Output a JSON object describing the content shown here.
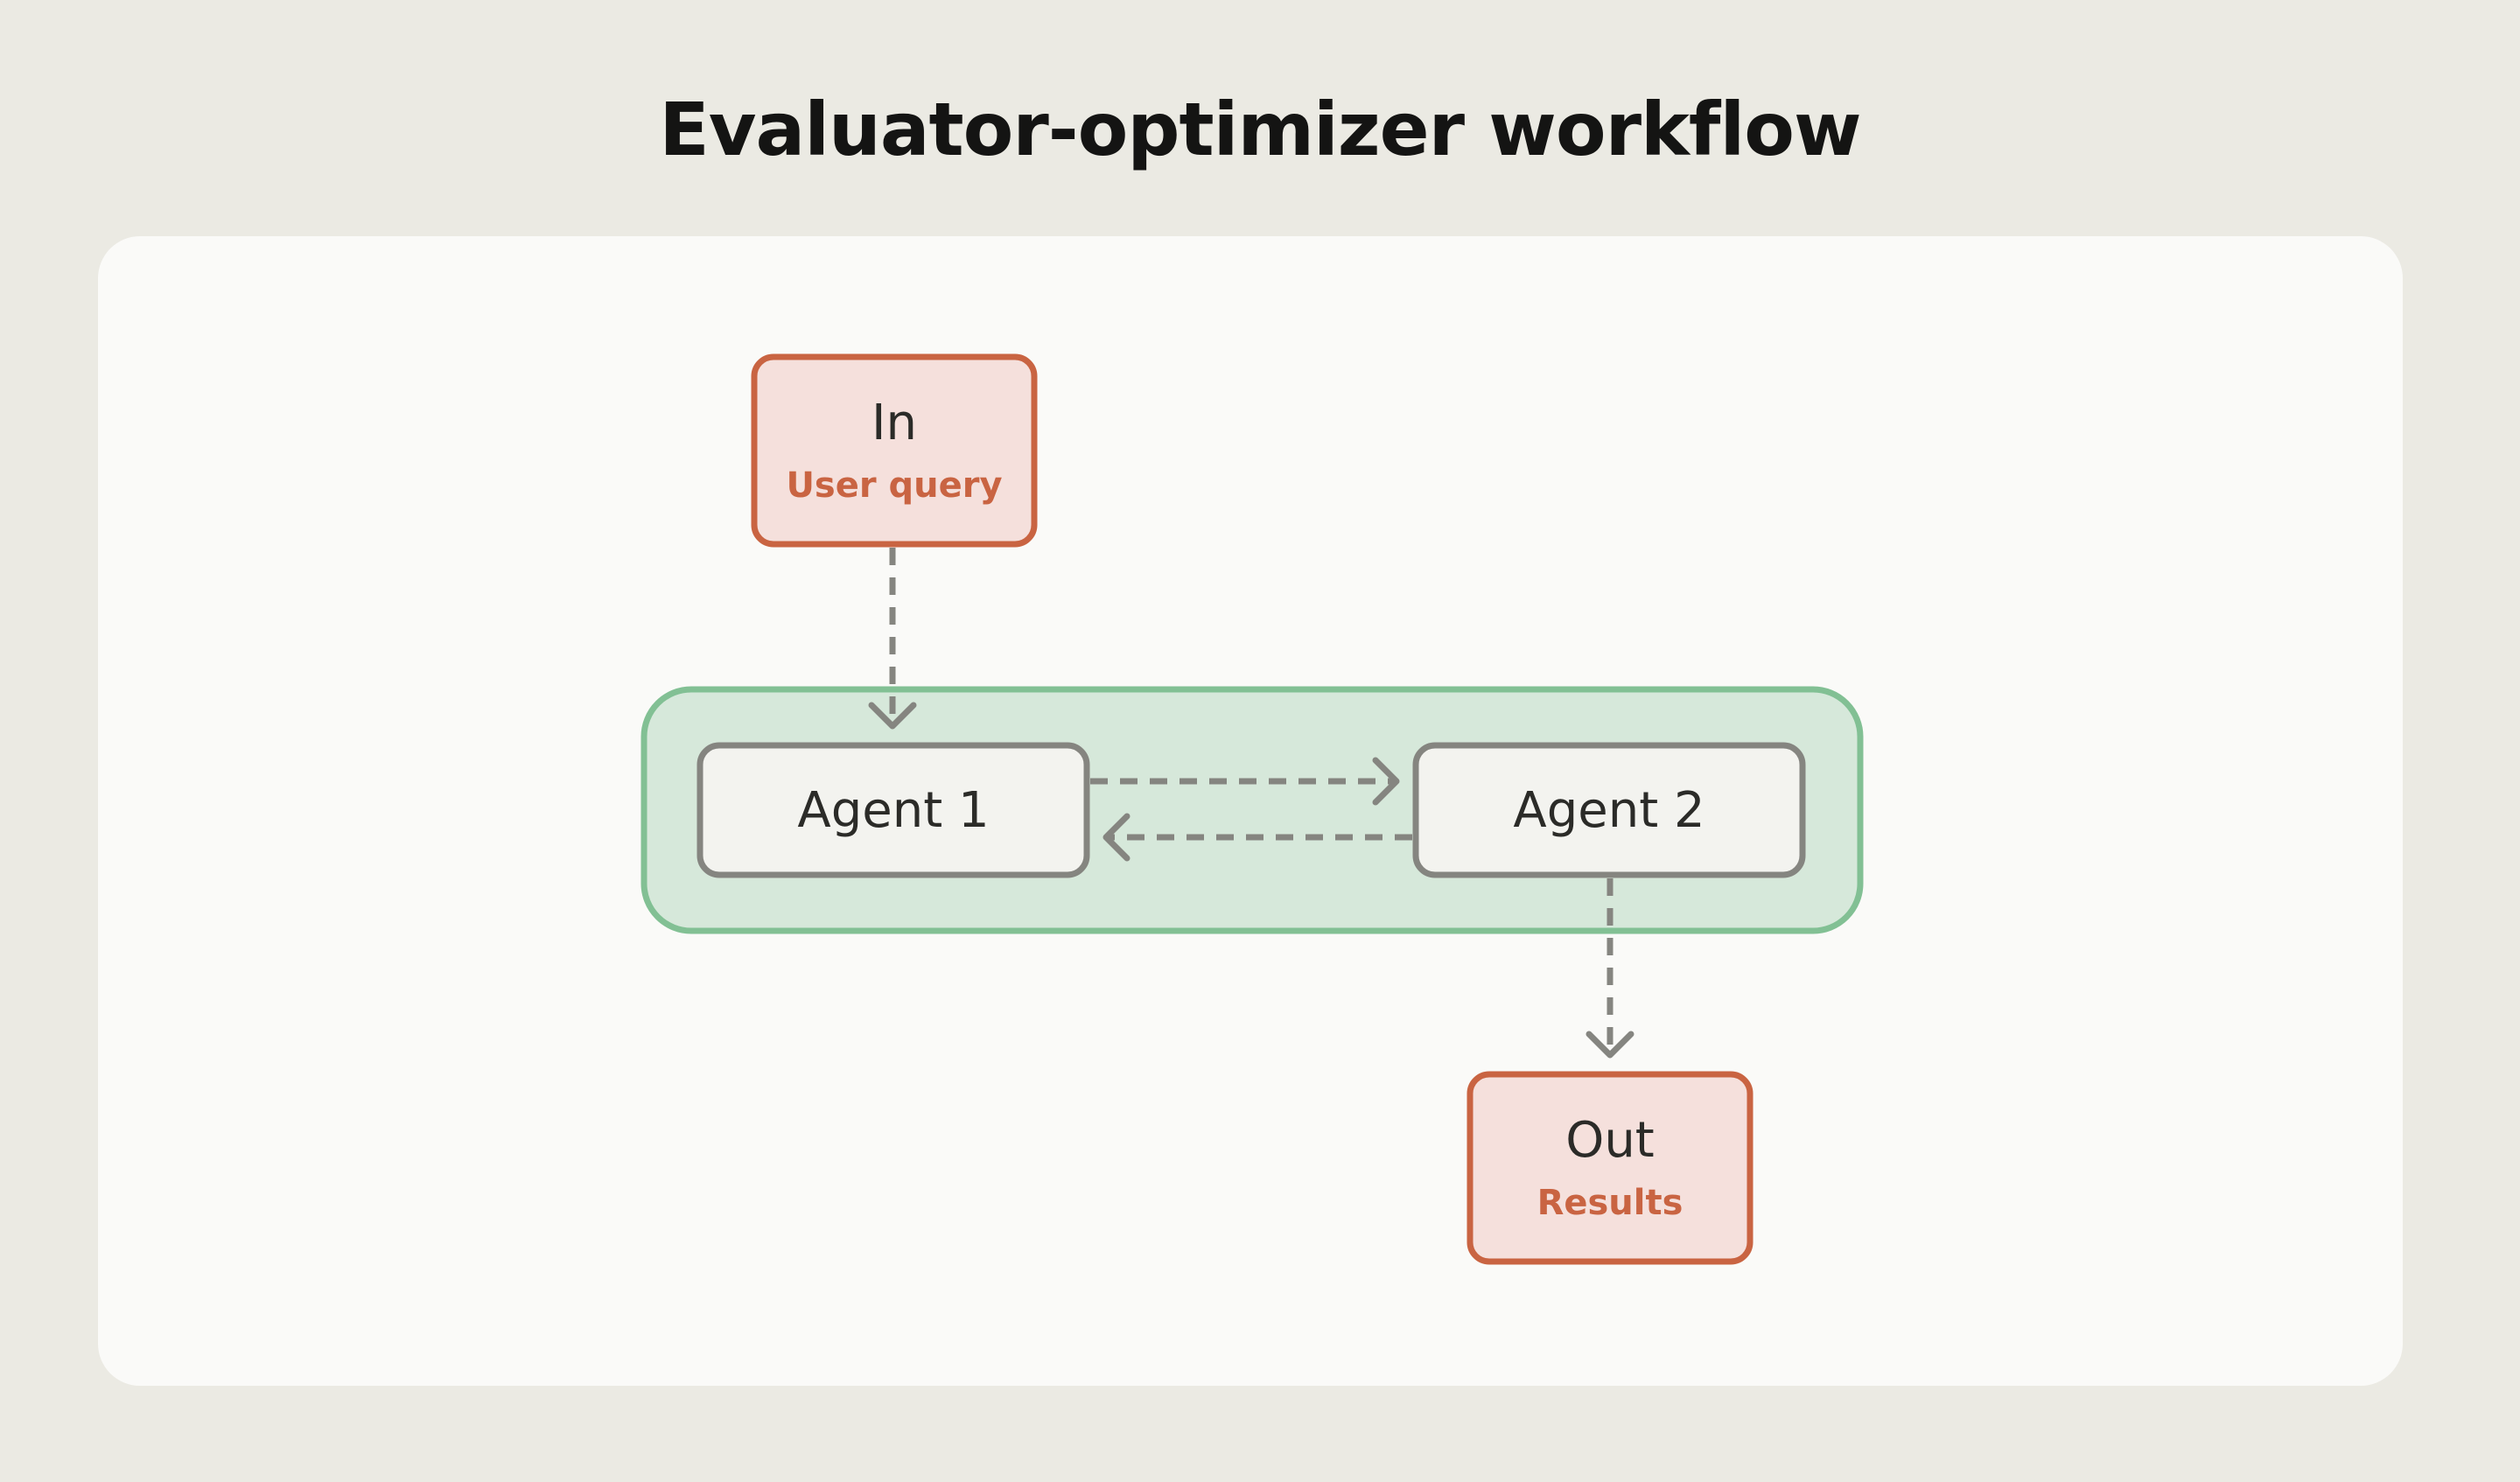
{
  "title": "Evaluator-optimizer workflow",
  "colors": {
    "page_background": "#ebeae3",
    "panel_background": "#fafaf8",
    "io_fill": "#f5e0dc",
    "io_stroke": "#c96442",
    "io_sublabel": "#c96442",
    "group_fill": "#d6e8da",
    "group_stroke": "#82c094",
    "agent_fill": "#f3f3ef",
    "agent_stroke": "#858580",
    "arrow": "#858580",
    "text": "#2b2b28"
  },
  "nodes": {
    "input": {
      "label": "In",
      "sublabel": "User query"
    },
    "agent1": {
      "label": "Agent 1"
    },
    "agent2": {
      "label": "Agent 2"
    },
    "output": {
      "label": "Out",
      "sublabel": "Results"
    }
  },
  "edges": [
    {
      "from": "input",
      "to": "agent1",
      "style": "dashed"
    },
    {
      "from": "agent1",
      "to": "agent2",
      "style": "dashed"
    },
    {
      "from": "agent2",
      "to": "agent1",
      "style": "dashed"
    },
    {
      "from": "agent2",
      "to": "output",
      "style": "dashed"
    }
  ]
}
